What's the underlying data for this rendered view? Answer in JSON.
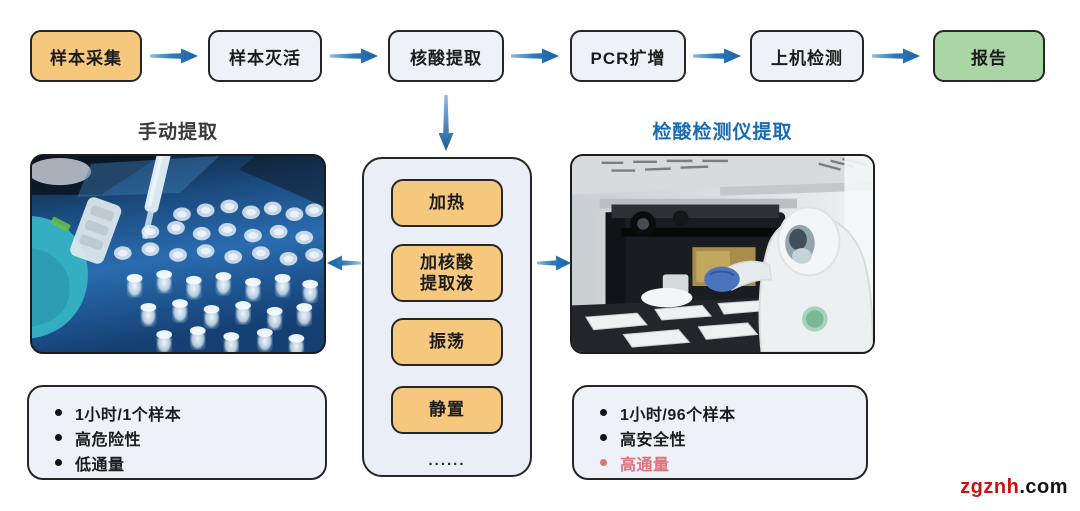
{
  "flow": {
    "steps": [
      {
        "label": "样本采集"
      },
      {
        "label": "样本灭活"
      },
      {
        "label": "核酸提取"
      },
      {
        "label": "PCR扩增"
      },
      {
        "label": "上机检测"
      },
      {
        "label": "报告"
      }
    ]
  },
  "manual_section": {
    "title": "手动提取",
    "bullets": [
      "1小时/1个样本",
      "高危险性",
      "低通量"
    ]
  },
  "machine_section": {
    "title": "检酸检测仪提取",
    "bullets": [
      "1小时/96个样本",
      "高安全性",
      "高通量"
    ]
  },
  "process_panel": {
    "boxes": [
      "加热",
      "加核酸\n提取液",
      "振荡",
      "静置"
    ],
    "ellipsis": "......"
  },
  "watermark": {
    "name": "zgznh",
    "tld": ".com"
  },
  "colors": {
    "arrow_blue": "#2f7cba",
    "box_orange": "#f6c87d",
    "box_green": "#aad5a4",
    "box_light": "#eef1f8",
    "panel_light": "#e9eef7",
    "border_dark": "#262626",
    "title_gray": "#3a3a3a",
    "title_blue": "#1a6cb2",
    "highlight_pink": "#e0717b",
    "watermark_red": "#cc1111",
    "text_dark": "#1c1c1c"
  }
}
